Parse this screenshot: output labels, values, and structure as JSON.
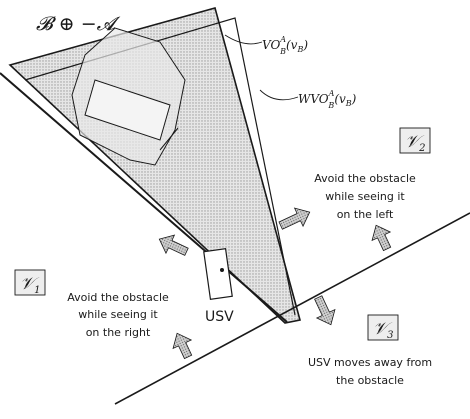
{
  "labels": {
    "set_label": "𝓑 ⊕ −𝓐",
    "vo_label": "VO",
    "vo_sup": "A",
    "vo_sub": "B",
    "vo_arg": "(v",
    "vo_arg_sub": "B",
    "vo_arg_close": ")",
    "wvo_label": "WVO",
    "wvo_sup": "A",
    "wvo_sub": "B",
    "wvo_arg": "(v",
    "wvo_arg_sub": "B",
    "wvo_arg_close": ")",
    "usv": "USV"
  },
  "regions": {
    "v1": {
      "name": "𝒱",
      "sub": "1",
      "line1": "Avoid the obstacle",
      "line2": "while seeing it",
      "line3": "on the right"
    },
    "v2": {
      "name": "𝒱",
      "sub": "2",
      "line1": "Avoid the obstacle",
      "line2": "while seeing it",
      "line3": "on the left"
    },
    "v3": {
      "name": "𝒱",
      "sub": "3",
      "line1": "USV moves away from",
      "line2": "the obstacle"
    }
  },
  "colors": {
    "stroke": "#1a1a1a",
    "cone_fill": "#d9d9d9",
    "arrow_fill": "#a6a6a6",
    "box_fill": "#eeeeee"
  }
}
